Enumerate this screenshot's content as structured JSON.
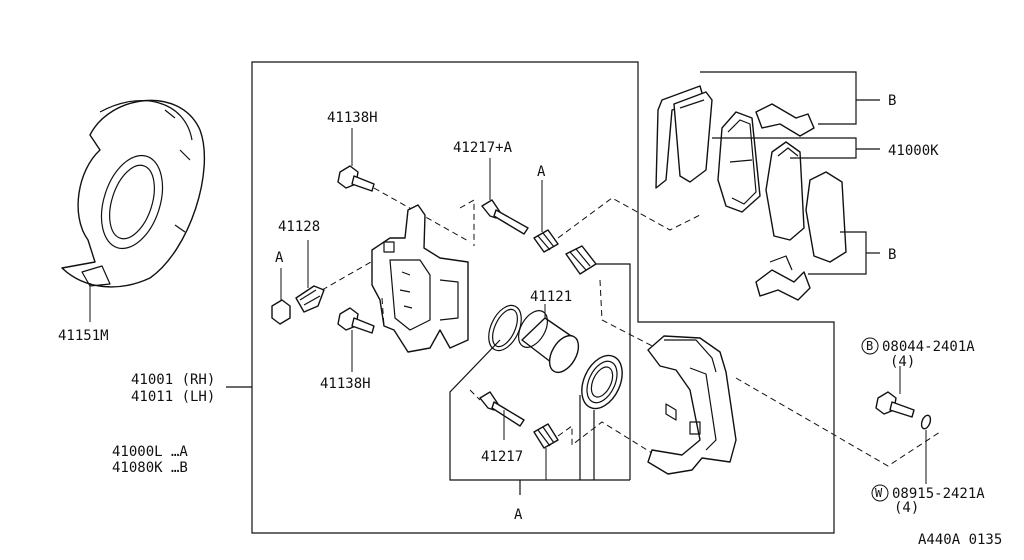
{
  "labels": {
    "p41138h_top": "41138H",
    "p41217a": "41217+A",
    "a_top": "A",
    "p41128": "41128",
    "a_left": "A",
    "p41121": "41121",
    "p41138h_bottom": "41138H",
    "p41151m": "41151M",
    "p41001": "41001 (RH)",
    "p41011": "41011 (LH)",
    "p41000l": "41000L …A",
    "p41080k": "41080K …B",
    "p41217": "41217",
    "a_bottom": "A",
    "b_top": "B",
    "p41000k": "41000K",
    "b_mid": "B",
    "bolt_circle": "B",
    "bolt_code": "08044-2401A",
    "bolt_qty": "(4)",
    "washer_circle": "W",
    "washer_code": "08915-2421A",
    "washer_qty": "(4)",
    "figure_code": "A440A 0135"
  }
}
